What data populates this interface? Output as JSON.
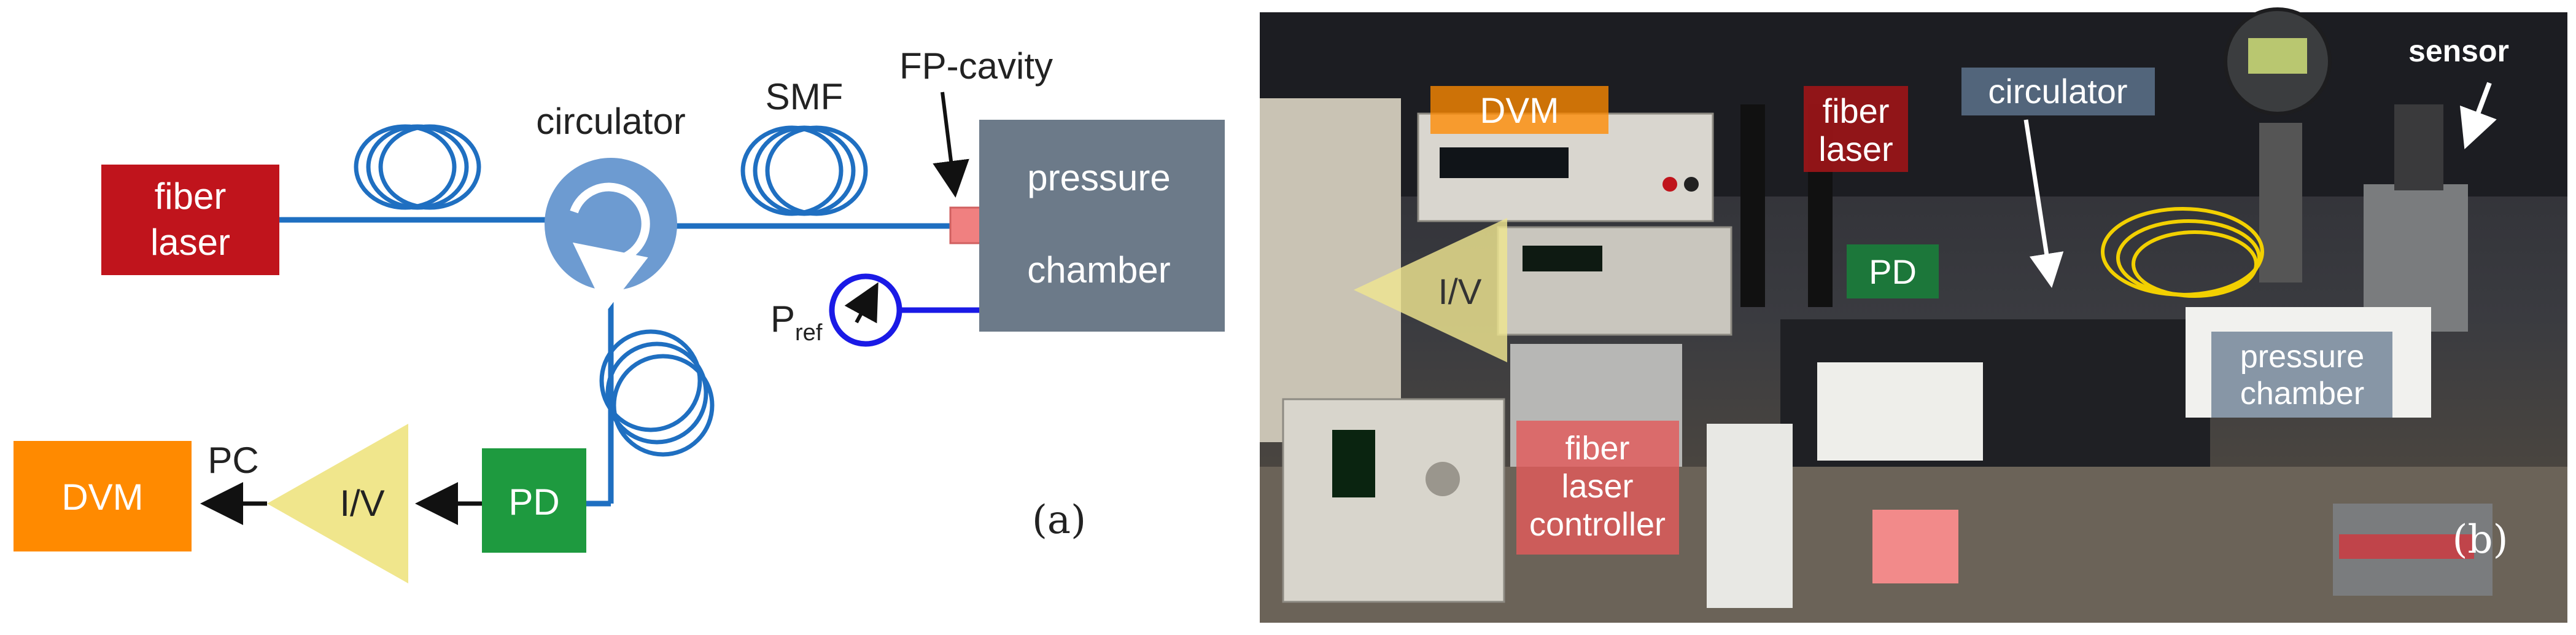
{
  "panel_a": {
    "fiber_laser": {
      "line1": "fiber",
      "line2": "laser"
    },
    "circulator": "circulator",
    "smf": "SMF",
    "fp_cavity": "FP-cavity",
    "pressure_chamber": {
      "line1": "pressure",
      "line2": "chamber"
    },
    "pref": {
      "main": "P",
      "sub": "ref"
    },
    "dvm": "DVM",
    "pc": "PC",
    "iv": "I/V",
    "pd": "PD",
    "label": "(a)"
  },
  "panel_b": {
    "dvm": "DVM",
    "fiber_laser": {
      "line1": "fiber",
      "line2": "laser"
    },
    "circulator": "circulator",
    "sensor": "sensor",
    "iv": "I/V",
    "pd": "PD",
    "pressure_chamber": {
      "line1": "pressure",
      "line2": "chamber"
    },
    "fiber_laser_controller": {
      "line1": "fiber",
      "line2": "laser",
      "line3": "controller"
    },
    "label": "(b)"
  },
  "colors": {
    "fiber_laser": "#c0141c",
    "fiber": "#1f6fc1",
    "circulator": "#6d9bd1",
    "pressure_chamber": "#6c7a89",
    "fp_cavity": "#f08080",
    "dvm": "#ff8a00",
    "iv": "#f0e68c",
    "pd": "#1e9a3f",
    "gauge": "#1a1ae6"
  }
}
